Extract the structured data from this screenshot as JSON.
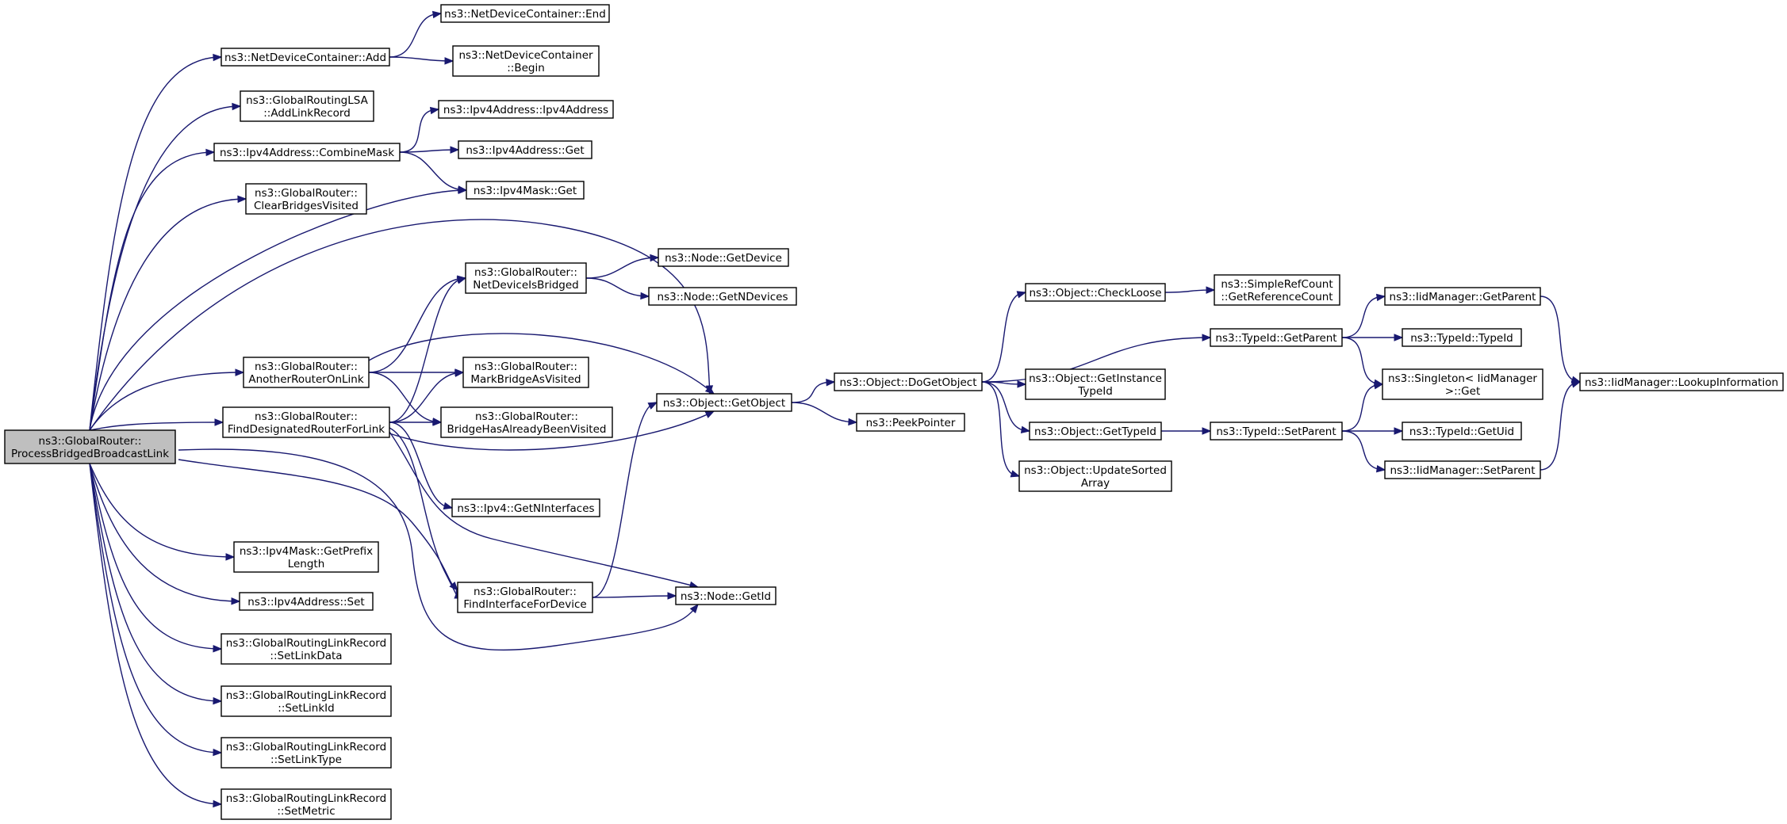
{
  "diagram": {
    "type": "call-graph",
    "nodes": [
      {
        "id": "root",
        "lines": [
          "ns3::GlobalRouter::",
          "ProcessBridgedBroadcastLink"
        ]
      },
      {
        "id": "ndc_add",
        "lines": [
          "ns3::NetDeviceContainer::Add"
        ]
      },
      {
        "id": "ndc_end",
        "lines": [
          "ns3::NetDeviceContainer::End"
        ]
      },
      {
        "id": "ndc_begin",
        "lines": [
          "ns3::NetDeviceContainer",
          "::Begin"
        ]
      },
      {
        "id": "addlinkrecord",
        "lines": [
          "ns3::GlobalRoutingLSA",
          "::AddLinkRecord"
        ]
      },
      {
        "id": "combinemask",
        "lines": [
          "ns3::Ipv4Address::CombineMask"
        ]
      },
      {
        "id": "ipv4addr_ctor",
        "lines": [
          "ns3::Ipv4Address::Ipv4Address"
        ]
      },
      {
        "id": "ipv4addr_get",
        "lines": [
          "ns3::Ipv4Address::Get"
        ]
      },
      {
        "id": "clearbridges",
        "lines": [
          "ns3::GlobalRouter::",
          "ClearBridgesVisited"
        ]
      },
      {
        "id": "ipv4mask_get",
        "lines": [
          "ns3::Ipv4Mask::Get"
        ]
      },
      {
        "id": "node_getdevice",
        "lines": [
          "ns3::Node::GetDevice"
        ]
      },
      {
        "id": "netdevbridged",
        "lines": [
          "ns3::GlobalRouter::",
          "NetDeviceIsBridged"
        ]
      },
      {
        "id": "node_getndevices",
        "lines": [
          "ns3::Node::GetNDevices"
        ]
      },
      {
        "id": "anotherrouter",
        "lines": [
          "ns3::GlobalRouter::",
          "AnotherRouterOnLink"
        ]
      },
      {
        "id": "markbridge",
        "lines": [
          "ns3::GlobalRouter::",
          "MarkBridgeAsVisited"
        ]
      },
      {
        "id": "finddesignated",
        "lines": [
          "ns3::GlobalRouter::",
          "FindDesignatedRouterForLink"
        ]
      },
      {
        "id": "bridgevisited",
        "lines": [
          "ns3::GlobalRouter::",
          "BridgeHasAlreadyBeenVisited"
        ]
      },
      {
        "id": "getobject",
        "lines": [
          "ns3::Object::GetObject"
        ]
      },
      {
        "id": "dogetobject",
        "lines": [
          "ns3::Object::DoGetObject"
        ]
      },
      {
        "id": "peekpointer",
        "lines": [
          "ns3::PeekPointer"
        ]
      },
      {
        "id": "checkloose",
        "lines": [
          "ns3::Object::CheckLoose"
        ]
      },
      {
        "id": "getrefcount",
        "lines": [
          "ns3::SimpleRefCount",
          "::GetReferenceCount"
        ]
      },
      {
        "id": "getinstancetypeid",
        "lines": [
          "ns3::Object::GetInstance",
          "TypeId"
        ]
      },
      {
        "id": "gettypeid",
        "lines": [
          "ns3::Object::GetTypeId"
        ]
      },
      {
        "id": "updatesorted",
        "lines": [
          "ns3::Object::UpdateSorted",
          "Array"
        ]
      },
      {
        "id": "typeid_getparent",
        "lines": [
          "ns3::TypeId::GetParent"
        ]
      },
      {
        "id": "typeid_setparent",
        "lines": [
          "ns3::TypeId::SetParent"
        ]
      },
      {
        "id": "iid_getparent",
        "lines": [
          "ns3::IidManager::GetParent"
        ]
      },
      {
        "id": "typeid_ctor",
        "lines": [
          "ns3::TypeId::TypeId"
        ]
      },
      {
        "id": "singleton_get",
        "lines": [
          "ns3::Singleton< IidManager",
          "  >::Get"
        ]
      },
      {
        "id": "typeid_getuid",
        "lines": [
          "ns3::TypeId::GetUid"
        ]
      },
      {
        "id": "iid_setparent",
        "lines": [
          "ns3::IidManager::SetParent"
        ]
      },
      {
        "id": "iid_lookup",
        "lines": [
          "ns3::IidManager::LookupInformation"
        ]
      },
      {
        "id": "ipv4_getninterfaces",
        "lines": [
          "ns3::Ipv4::GetNInterfaces"
        ]
      },
      {
        "id": "ipv4mask_getprefix",
        "lines": [
          "ns3::Ipv4Mask::GetPrefix",
          "Length"
        ]
      },
      {
        "id": "ipv4addr_set",
        "lines": [
          "ns3::Ipv4Address::Set"
        ]
      },
      {
        "id": "findinterface",
        "lines": [
          "ns3::GlobalRouter::",
          "FindInterfaceForDevice"
        ]
      },
      {
        "id": "node_getid",
        "lines": [
          "ns3::Node::GetId"
        ]
      },
      {
        "id": "setlinkdata",
        "lines": [
          "ns3::GlobalRoutingLinkRecord",
          "::SetLinkData"
        ]
      },
      {
        "id": "setlinkid",
        "lines": [
          "ns3::GlobalRoutingLinkRecord",
          "::SetLinkId"
        ]
      },
      {
        "id": "setlinktype",
        "lines": [
          "ns3::GlobalRoutingLinkRecord",
          "::SetLinkType"
        ]
      },
      {
        "id": "setmetric",
        "lines": [
          "ns3::GlobalRoutingLinkRecord",
          "::SetMetric"
        ]
      }
    ],
    "edges": [
      [
        "root",
        "ndc_add"
      ],
      [
        "root",
        "addlinkrecord"
      ],
      [
        "root",
        "combinemask"
      ],
      [
        "root",
        "clearbridges"
      ],
      [
        "root",
        "ipv4mask_get"
      ],
      [
        "root",
        "getobject"
      ],
      [
        "root",
        "anotherrouter"
      ],
      [
        "root",
        "finddesignated"
      ],
      [
        "root",
        "ipv4mask_getprefix"
      ],
      [
        "root",
        "ipv4addr_set"
      ],
      [
        "root",
        "findinterface"
      ],
      [
        "root",
        "node_getid"
      ],
      [
        "root",
        "setlinkdata"
      ],
      [
        "root",
        "setlinkid"
      ],
      [
        "root",
        "setlinktype"
      ],
      [
        "root",
        "setmetric"
      ],
      [
        "ndc_add",
        "ndc_end"
      ],
      [
        "ndc_add",
        "ndc_begin"
      ],
      [
        "combinemask",
        "ipv4addr_ctor"
      ],
      [
        "combinemask",
        "ipv4addr_get"
      ],
      [
        "combinemask",
        "ipv4mask_get"
      ],
      [
        "netdevbridged",
        "node_getdevice"
      ],
      [
        "netdevbridged",
        "node_getndevices"
      ],
      [
        "anotherrouter",
        "netdevbridged"
      ],
      [
        "anotherrouter",
        "markbridge"
      ],
      [
        "anotherrouter",
        "bridgevisited"
      ],
      [
        "anotherrouter",
        "getobject"
      ],
      [
        "finddesignated",
        "netdevbridged"
      ],
      [
        "finddesignated",
        "markbridge"
      ],
      [
        "finddesignated",
        "bridgevisited"
      ],
      [
        "finddesignated",
        "getobject"
      ],
      [
        "finddesignated",
        "ipv4_getninterfaces"
      ],
      [
        "finddesignated",
        "findinterface"
      ],
      [
        "finddesignated",
        "node_getid"
      ],
      [
        "findinterface",
        "getobject"
      ],
      [
        "findinterface",
        "node_getid"
      ],
      [
        "getobject",
        "dogetobject"
      ],
      [
        "getobject",
        "peekpointer"
      ],
      [
        "dogetobject",
        "checkloose"
      ],
      [
        "dogetobject",
        "getinstancetypeid"
      ],
      [
        "dogetobject",
        "gettypeid"
      ],
      [
        "dogetobject",
        "updatesorted"
      ],
      [
        "dogetobject",
        "typeid_getparent"
      ],
      [
        "checkloose",
        "getrefcount"
      ],
      [
        "gettypeid",
        "typeid_setparent"
      ],
      [
        "typeid_getparent",
        "iid_getparent"
      ],
      [
        "typeid_getparent",
        "typeid_ctor"
      ],
      [
        "typeid_getparent",
        "singleton_get"
      ],
      [
        "typeid_setparent",
        "singleton_get"
      ],
      [
        "typeid_setparent",
        "typeid_getuid"
      ],
      [
        "typeid_setparent",
        "iid_setparent"
      ],
      [
        "iid_getparent",
        "iid_lookup"
      ],
      [
        "iid_setparent",
        "iid_lookup"
      ]
    ]
  }
}
